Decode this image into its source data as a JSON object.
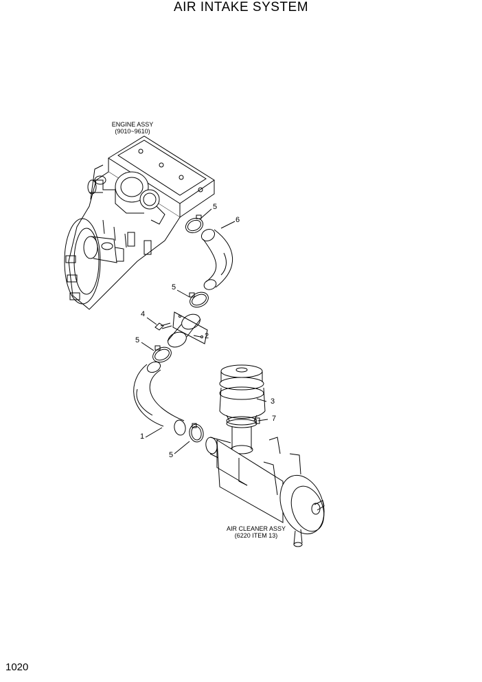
{
  "title": "AIR INTAKE SYSTEM",
  "page_number": "1020",
  "engine_assy": {
    "line1": "ENGINE ASSY",
    "line2": "(9010~9610)"
  },
  "air_cleaner_assy": {
    "line1": "AIR CLEANER ASSY",
    "line2": "(6220 ITEM 13)"
  },
  "callouts": [
    "5",
    "6",
    "5",
    "4",
    "2",
    "5",
    "3",
    "7",
    "1",
    "5"
  ]
}
